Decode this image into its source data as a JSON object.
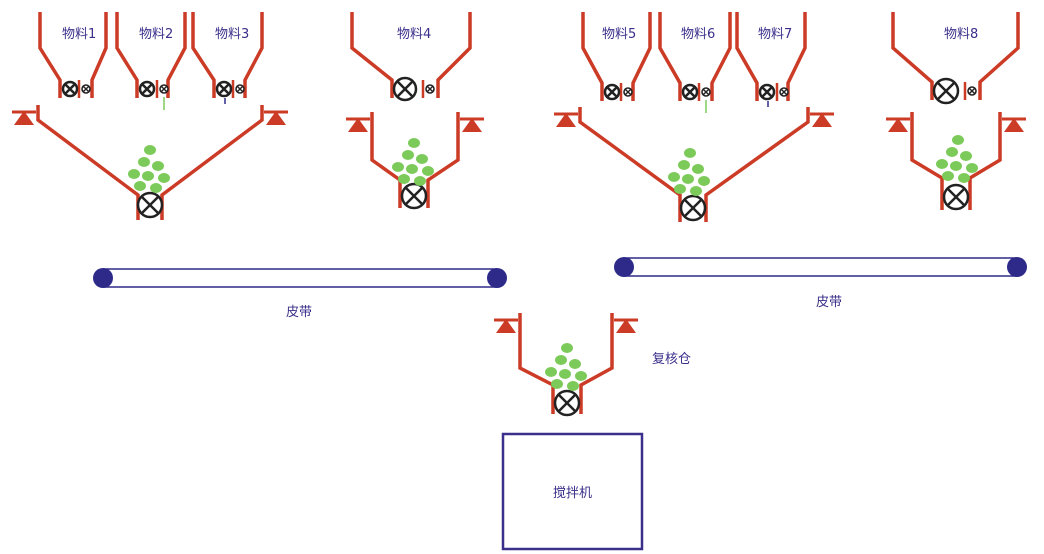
{
  "colors": {
    "structure": "#cc3b26",
    "valve": "#222222",
    "material": "#7ccb5a",
    "belt": "#2e2a8a",
    "label": "#3a2f8a",
    "mixer": "#3a2f8a"
  },
  "silos": [
    {
      "label": "物料1"
    },
    {
      "label": "物料2"
    },
    {
      "label": "物料3"
    },
    {
      "label": "物料4"
    },
    {
      "label": "物料5"
    },
    {
      "label": "物料6"
    },
    {
      "label": "物料7"
    },
    {
      "label": "物料8"
    }
  ],
  "belts": [
    {
      "label": "皮带"
    },
    {
      "label": "皮带"
    }
  ],
  "review_bin": {
    "label": "复核仓"
  },
  "mixer": {
    "label": "搅拌机"
  }
}
